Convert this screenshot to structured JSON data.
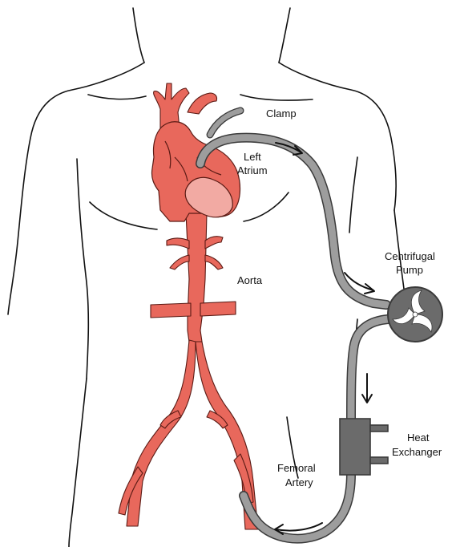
{
  "colors": {
    "vessel": "#e8685c",
    "vessel_stroke": "#5a1a14",
    "heart_light": "#f2aaa3",
    "tube": "#9d9d9d",
    "tube_stroke": "#3a3a3a",
    "device": "#6b6b6b",
    "outline": "#111111"
  },
  "labels": {
    "clamp": "Clamp",
    "left_atrium_1": "Left",
    "left_atrium_2": "Atrium",
    "aorta": "Aorta",
    "pump_1": "Centrifugal",
    "pump_2": "Pump",
    "exchanger_1": "Heat",
    "exchanger_2": "Exchanger",
    "femoral_1": "Femoral",
    "femoral_2": "Artery"
  },
  "icons": {
    "flow_arrow": "arrow-icon",
    "pump_impeller": "impeller-icon"
  }
}
